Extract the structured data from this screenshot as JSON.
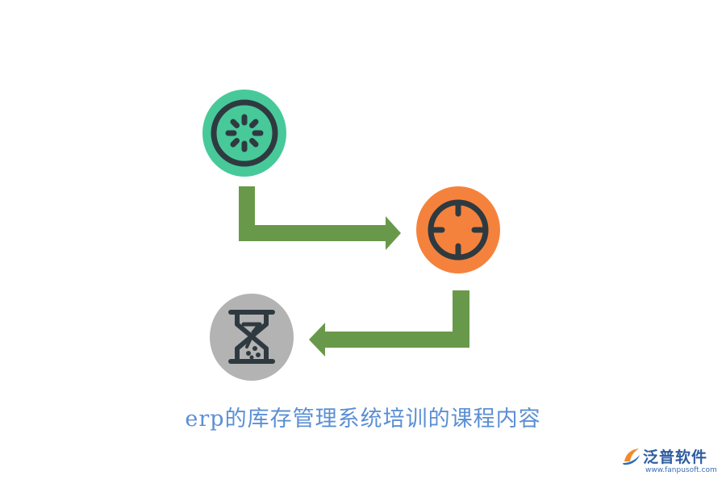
{
  "title": "erp的库存管理系统培训的课程内容",
  "logo": {
    "name": "泛普软件",
    "url": "www.fanpusoft.com"
  },
  "nodes": [
    {
      "id": "loading",
      "icon": "loading-spinner-icon",
      "color": "#48c99a"
    },
    {
      "id": "target",
      "icon": "crosshair-target-icon",
      "color": "#f5823c"
    },
    {
      "id": "hourglass",
      "icon": "hourglass-icon",
      "color": "#b3b3b3"
    }
  ],
  "colors": {
    "arrow": "#68994a",
    "icon_stroke": "#2f3a40",
    "title": "#5b8fd4",
    "logo_name": "#2e5d9f",
    "logo_url": "#3a6fb3",
    "logo_mark_orange": "#f08a2b",
    "logo_mark_blue": "#2e6db5"
  }
}
